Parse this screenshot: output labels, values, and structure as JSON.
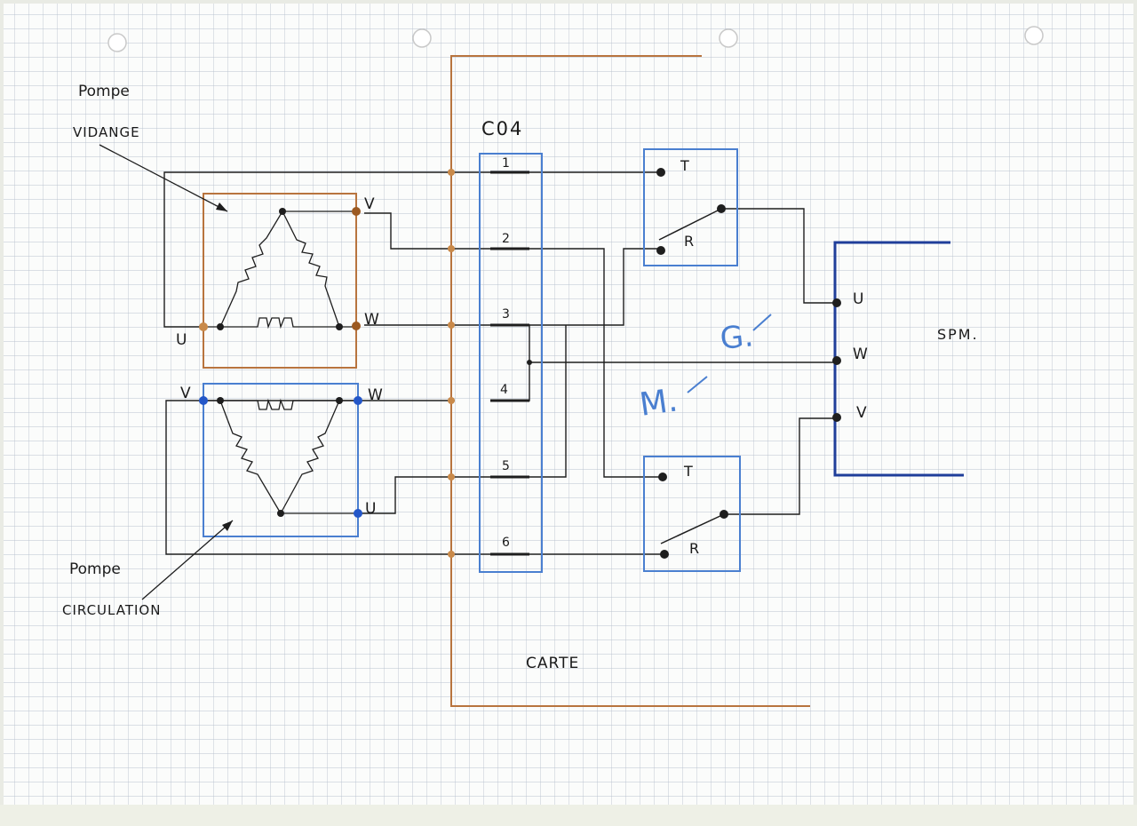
{
  "labels": {
    "pompe_vidange_line1": "Pompe",
    "pompe_vidange_line2": "VIDANGE",
    "pompe_circulation_line1": "Pompe",
    "pompe_circulation_line2": "CIRCULATION",
    "connector_title": "C04",
    "carte": "CARTE",
    "spm": "SPM.",
    "g_mark": "G.",
    "m_mark": "M."
  },
  "motor_top": {
    "u": "U",
    "v": "V",
    "w": "W"
  },
  "motor_bottom": {
    "u": "U",
    "v": "V",
    "w": "W"
  },
  "connector_pins": [
    "1",
    "2",
    "3",
    "4",
    "5",
    "6"
  ],
  "relay_top": {
    "t": "T",
    "r": "R"
  },
  "relay_bottom": {
    "t": "T",
    "r": "R"
  },
  "spm_terminals": {
    "u": "U",
    "w": "W",
    "v": "V"
  },
  "colors": {
    "paper": "#fbfcfb",
    "grid": "#b9c2cf",
    "wire": "#1e1e1e",
    "brown": "#b8743e",
    "blue": "#4a7fd0",
    "navy": "#1f3e9a",
    "dot_brown": "#9c5a22",
    "dot_blue": "#2457c8"
  }
}
